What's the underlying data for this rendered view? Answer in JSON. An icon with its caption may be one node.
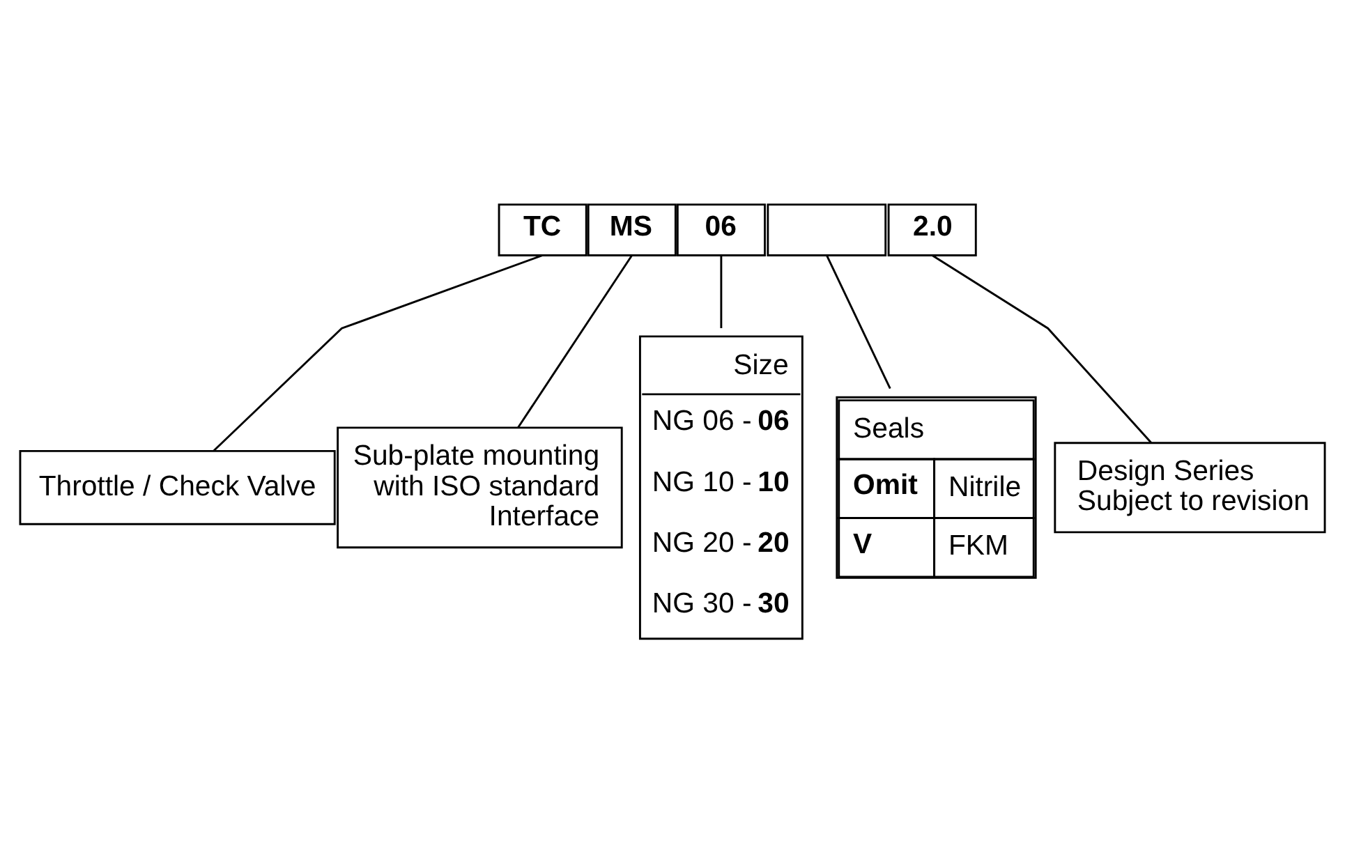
{
  "diagram": {
    "nodes": [
      {
        "text": [
          "TC"
        ]
      },
      {
        "text": [
          "MS"
        ]
      },
      {
        "text": [
          "06"
        ]
      },
      {
        "text": [],
        "shape": "box"
      },
      {
        "text": [
          "2.0"
        ]
      },
      {
        "text": [
          "Throttle / Check Valve"
        ]
      },
      {
        "text": [
          "Sub-plate mounting with ISO standard Interface"
        ]
      },
      {
        "text": [
          "Size",
          "NG 06 - **06**",
          "NG 10 - **10**",
          "NG 20 - **20**",
          "NG 30 - **30**"
        ]
      },
      {
        "text": [
          "Seals",
          "Omit",
          "Nitrile",
          "V",
          "FKM"
        ]
      },
      {
        "text": [
          "Design Series",
          "Subject to revision"
        ]
      }
    ],
    "edges": [
      {
        "from": 0,
        "to": 5,
        "arrow": "none"
      },
      {
        "from": 1,
        "to": 6,
        "arrow": "none"
      },
      {
        "from": 2,
        "to": 7,
        "arrow": "none"
      },
      {
        "from": 3,
        "to": 8,
        "arrow": "none"
      },
      {
        "from": 4,
        "to": 9,
        "arrow": "none"
      }
    ]
  }
}
